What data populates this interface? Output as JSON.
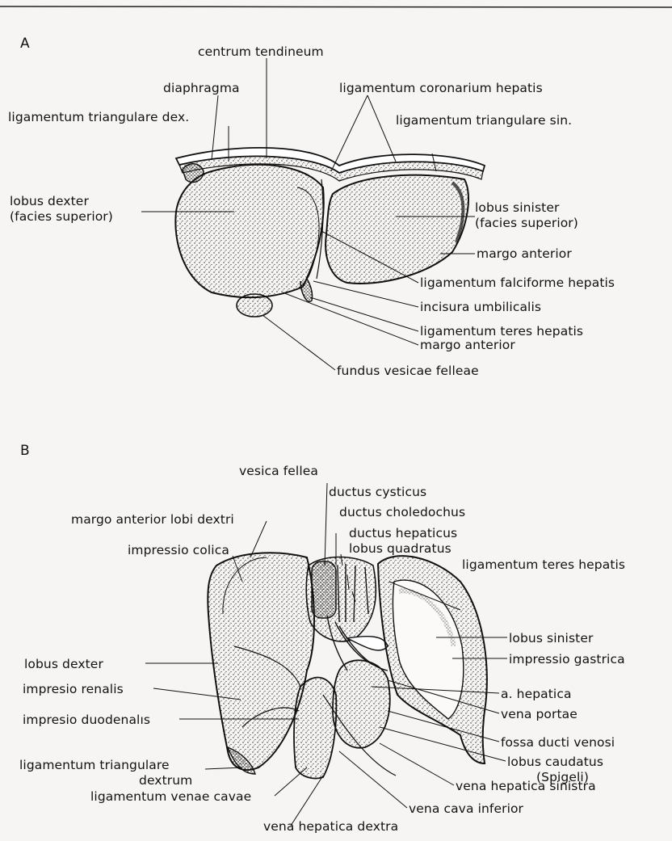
{
  "panel_a": {
    "letter": "A",
    "labels": {
      "centrum_tendineum": "centrum tendineum",
      "diaphragma": "diaphragma",
      "lig_coronarium": "ligamentum coronarium hepatis",
      "lig_triang_dex": "ligamentum triangulare dex.",
      "lig_triang_sin": "ligamentum triangulare sin.",
      "lobus_dexter_1": "lobus dexter",
      "lobus_dexter_2": "(facies superior)",
      "lobus_sinister_1": "lobus sinister",
      "lobus_sinister_2": "(facies superior)",
      "margo_anterior_1": "margo anterior",
      "lig_falciforme": "ligamentum falciforme hepatis",
      "incisura": "incisura umbilicalis",
      "lig_teres": "ligamentum teres hepatis",
      "margo_anterior_2": "margo anterior",
      "fundus": "fundus vesicae felleae"
    }
  },
  "panel_b": {
    "letter": "B",
    "labels": {
      "vesica_fellea": "vesica fellea",
      "margo_anterior_lobi": "margo anterior lobi dextri",
      "ductus_cysticus": "ductus cysticus",
      "ductus_choledochus": "ductus choledochus",
      "impressio_colica": "impressio colica",
      "ductus_hepaticus": "ductus hepaticus",
      "lobus_quadratus": "lobus quadratus",
      "lig_teres": "ligamentum teres hepatis",
      "lobus_sinister": "lobus sinister",
      "lobus_dexter": "lobus dexter",
      "impressio_gastrica": "impressio gastrica",
      "a_hepatica": "a. hepatica",
      "impresio_renalis": "impresio renalis",
      "vena_portae": "vena portae",
      "impresio_duodenalis": "impresio duodenalıs",
      "fossa": "fossa ducti venosi",
      "lobus_caudatus_1": "lobus caudatus",
      "lobus_caudatus_2": "(Spigeli)",
      "lig_triang_dex_1": "ligamentum triangulare",
      "lig_triang_dex_2": "dextrum",
      "vena_hep_sin": "vena hepatica sinistra",
      "lig_venae_cavae": "ligamentum venae cavae",
      "vena_cava": "vena cava inferior",
      "vena_hep_dex": "vena hepatica dextra"
    }
  }
}
